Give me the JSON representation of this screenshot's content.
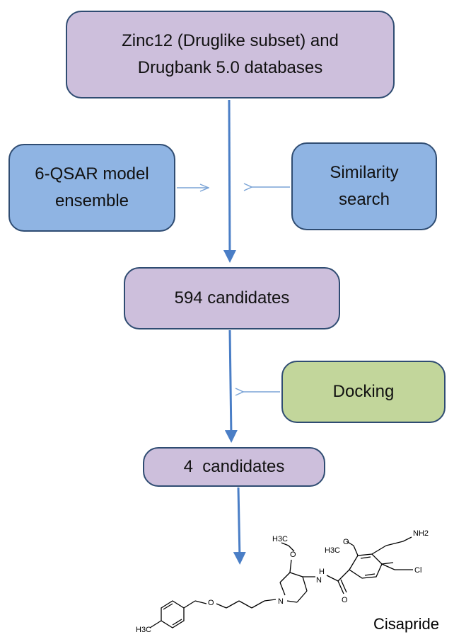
{
  "boxes": {
    "source": {
      "line1": "Zinc12 (Druglike subset) and",
      "line2": "Drugbank 5.0 databases"
    },
    "qsar": {
      "line1": "6-QSAR model",
      "line2": "ensemble"
    },
    "similarity": {
      "line1": "Similarity",
      "line2": "search"
    },
    "candidates594": {
      "label": "594 candidates"
    },
    "docking": {
      "label": "Docking"
    },
    "candidates4": {
      "label": "4  candidates"
    }
  },
  "molecule": {
    "name": "Cisapride",
    "atoms": {
      "h3c_top": "H3C",
      "o_top": "O",
      "nh": "H",
      "n_amide": "N",
      "o_carbonyl": "O",
      "h3c_mid": "H3C",
      "o_mid": "O",
      "nh2": "NH2",
      "cl": "Cl",
      "n_ring": "N",
      "o_ether": "O",
      "h3c_bottom": "H3C"
    }
  },
  "colors": {
    "purple_box": "#cdbfdc",
    "blue_box": "#8fb4e3",
    "green_box": "#c2d69b",
    "border": "#2f4c72",
    "arrow": "#4a7ec6"
  }
}
